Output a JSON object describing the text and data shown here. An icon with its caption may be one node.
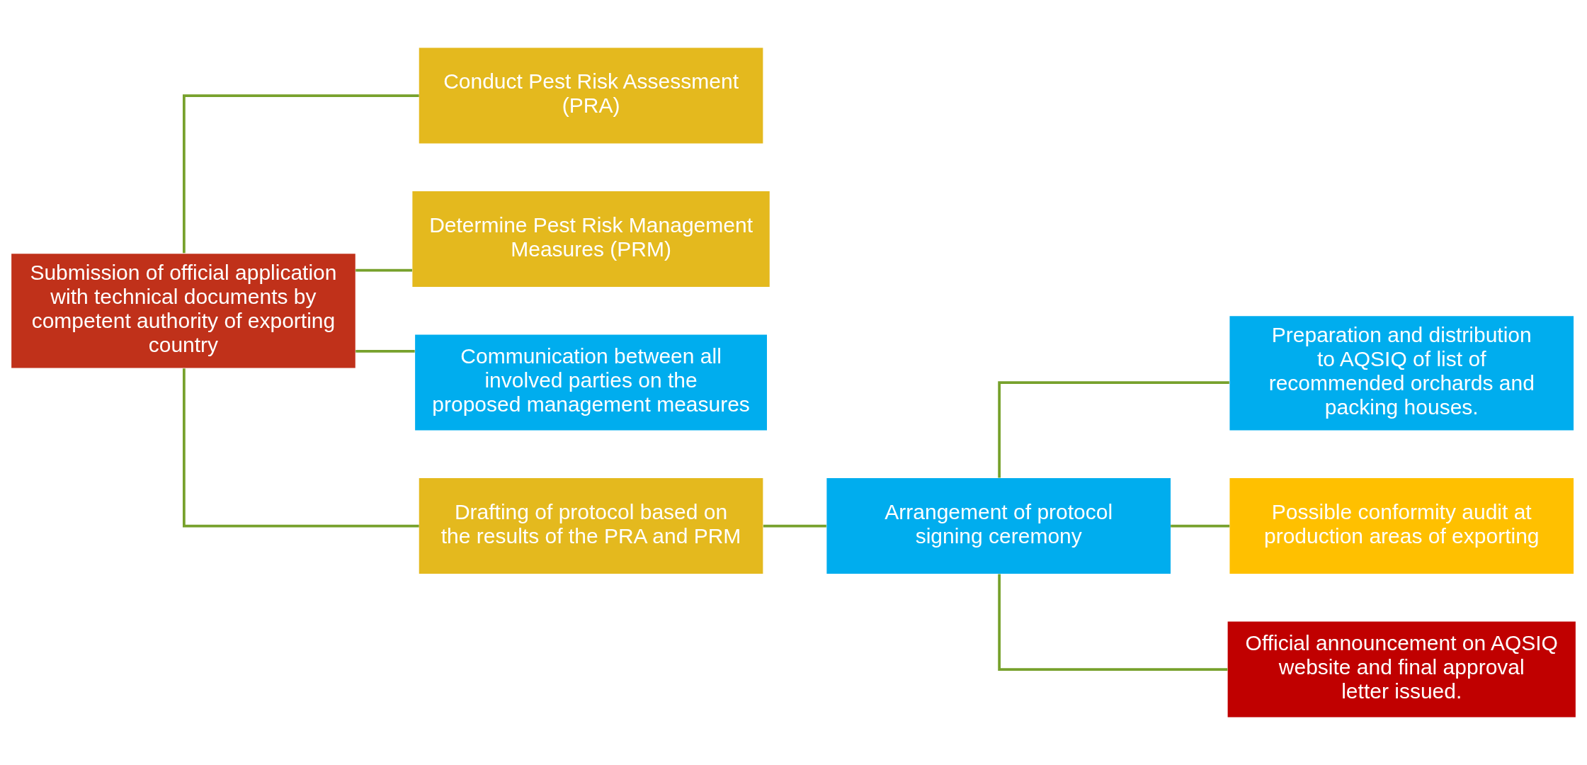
{
  "diagram": {
    "nodes": [
      {
        "text": [
          "Submission of official application with technical documents by competent authority of exporting country"
        ]
      },
      {
        "text": [
          "Conduct Pest Risk Assessment (PRA)"
        ]
      },
      {
        "text": [
          "Determine Pest Risk Management Measures (PRM)"
        ]
      },
      {
        "text": [
          "Communication between all involved parties on the proposed management measures"
        ]
      },
      {
        "text": [
          "Drafting of protocol based on the results of the PRA and PRM"
        ]
      },
      {
        "text": [
          "Arrangement of protocol signing ceremony"
        ]
      },
      {
        "text": [
          "Preparation and distribution to AQSIQ of list of recommended orchards and packing houses."
        ]
      },
      {
        "text": [
          "Possible conformity audit at production areas of exporting"
        ]
      },
      {
        "text": [
          "Official announcement on AQSIQ website and final approval letter issued."
        ]
      }
    ],
    "edges": [
      {
        "from": 0,
        "to": 1,
        "arrow": "none"
      },
      {
        "from": 0,
        "to": 2,
        "arrow": "none"
      },
      {
        "from": 0,
        "to": 3,
        "arrow": "none"
      },
      {
        "from": 0,
        "to": 4,
        "arrow": "none"
      },
      {
        "from": 4,
        "to": 5,
        "arrow": "none"
      },
      {
        "from": 5,
        "to": 6,
        "arrow": "none"
      },
      {
        "from": 5,
        "to": 7,
        "arrow": "none"
      },
      {
        "from": 5,
        "to": 8,
        "arrow": "none"
      }
    ]
  }
}
